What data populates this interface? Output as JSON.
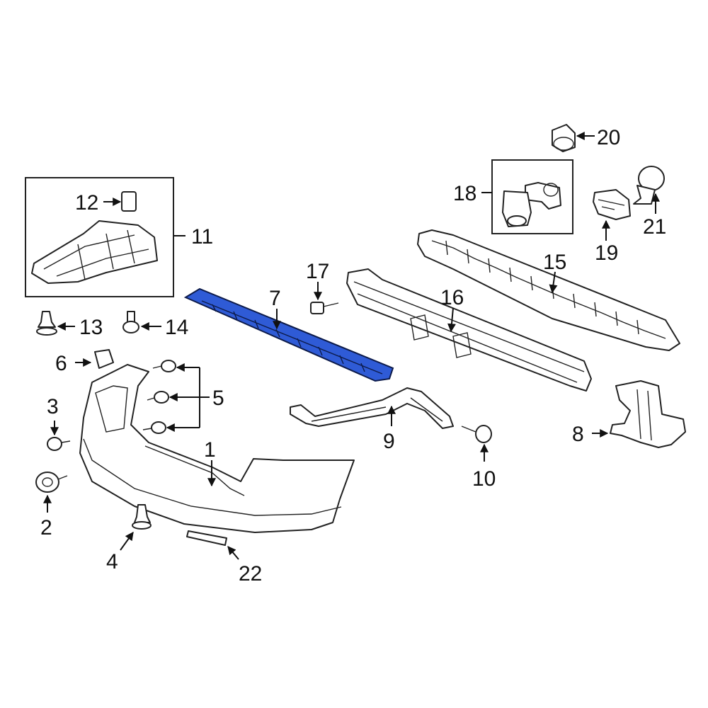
{
  "colors": {
    "highlight": "#2f5bd6",
    "line": "#222222",
    "background": "#ffffff"
  },
  "selected_part": "7",
  "callouts": {
    "c1": "1",
    "c2": "2",
    "c3": "3",
    "c4": "4",
    "c5": "5",
    "c6": "6",
    "c7": "7",
    "c8": "8",
    "c9": "9",
    "c10": "10",
    "c11": "11",
    "c12": "12",
    "c13": "13",
    "c14": "14",
    "c15": "15",
    "c16": "16",
    "c17": "17",
    "c18": "18",
    "c19": "19",
    "c20": "20",
    "c21": "21",
    "c22": "22"
  }
}
